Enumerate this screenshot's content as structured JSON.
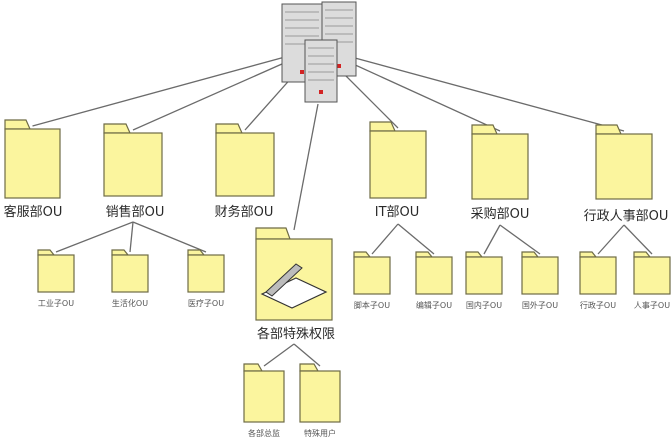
{
  "colors": {
    "folder_fill": "#fbf59e",
    "folder_stroke": "#6e6b45",
    "edge": "#6b6b6b",
    "server_body": "#dcdcdc",
    "server_led": "#d22323"
  },
  "icons": {
    "root": "server-cluster-icon",
    "node": "folder-icon",
    "special": "scanner-icon"
  },
  "root": {
    "label": ""
  },
  "level1": [
    {
      "id": "kefu",
      "label": "客服部OU",
      "children": []
    },
    {
      "id": "xiaoshou",
      "label": "销售部OU",
      "children": [
        {
          "id": "gongchang",
          "label": "工业子OU"
        },
        {
          "id": "shenghuo",
          "label": "生活化OU"
        },
        {
          "id": "yiliao",
          "label": "医疗子OU"
        }
      ]
    },
    {
      "id": "caiwu",
      "label": "财务部OU",
      "children": []
    },
    {
      "id": "it",
      "label": "IT部OU",
      "children": [
        {
          "id": "jiaoben",
          "label": "脚本子OU"
        },
        {
          "id": "bianji",
          "label": "编辑子OU"
        }
      ]
    },
    {
      "id": "caigou",
      "label": "采购部OU",
      "children": [
        {
          "id": "guonei",
          "label": "国内子OU"
        },
        {
          "id": "guowai",
          "label": "国外子OU"
        }
      ]
    },
    {
      "id": "xingzheng",
      "label": "行政人事部OU",
      "children": [
        {
          "id": "xingzhengzi",
          "label": "行政子OU"
        },
        {
          "id": "renshi",
          "label": "人事子OU"
        }
      ]
    }
  ],
  "special": {
    "label": "各部特殊权限",
    "children": [
      {
        "id": "zongjian",
        "label": "各部总监"
      },
      {
        "id": "teshu",
        "label": "特殊用户"
      }
    ]
  }
}
